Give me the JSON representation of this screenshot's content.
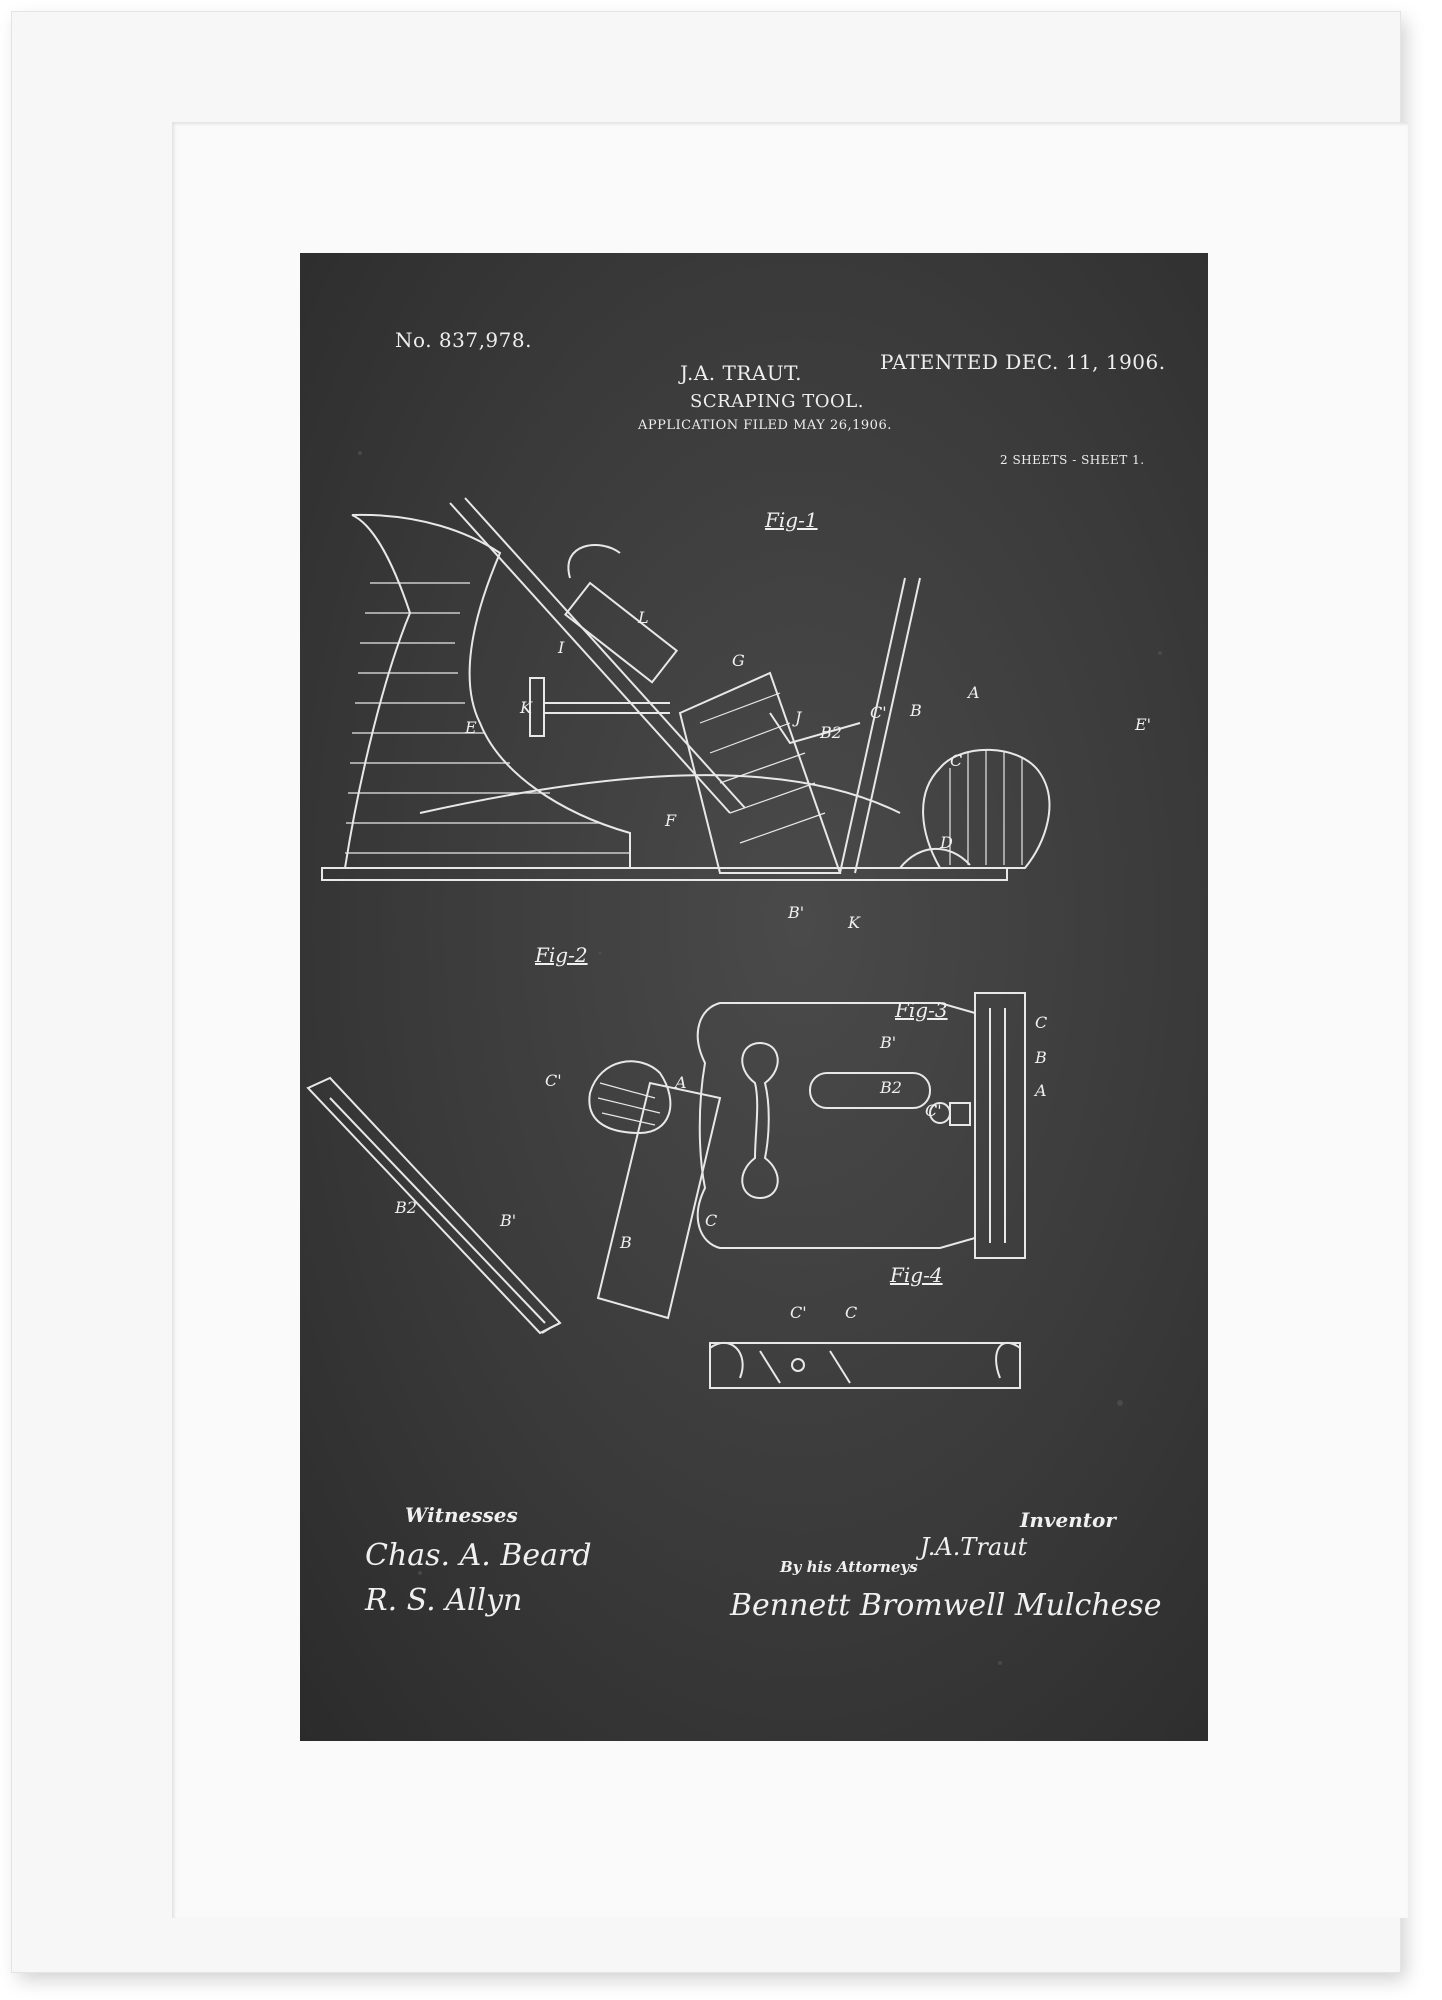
{
  "patent": {
    "number": "No. 837,978.",
    "date": "PATENTED DEC. 11, 1906.",
    "inventor": "J.A. TRAUT.",
    "title": "SCRAPING TOOL.",
    "filed": "APPLICATION FILED MAY 26,1906.",
    "sheets": "2 SHEETS - SHEET 1."
  },
  "figures": {
    "fig1": "Fig-1",
    "fig2": "Fig-2",
    "fig3": "Fig-3",
    "fig4": "Fig-4"
  },
  "labels": {
    "fig1": [
      "I",
      "L",
      "G",
      "K",
      "E",
      "J",
      "B2",
      "C'",
      "B",
      "A",
      "C",
      "F",
      "D",
      "E'",
      "B'",
      "K"
    ],
    "fig2": [
      "C'",
      "A",
      "B2",
      "B'",
      "C",
      "B"
    ],
    "fig3": [
      "B'",
      "B2",
      "C'",
      "C",
      "B",
      "A"
    ],
    "fig4": [
      "C'",
      "C"
    ]
  },
  "signatures": {
    "witnesses_label": "Witnesses",
    "witness_1": "Chas. A. Beard",
    "witness_2": "R. S. Allyn",
    "inventor_label": "Inventor",
    "inventor_signature": "J.A.Traut",
    "attorneys_label": "By his Attorneys",
    "attorneys_signature": "Bennett Bromwell Mulchese"
  },
  "colors": {
    "board": "#3a3a3a",
    "chalk": "#eeeeee",
    "frame": "#f7f7f7"
  }
}
